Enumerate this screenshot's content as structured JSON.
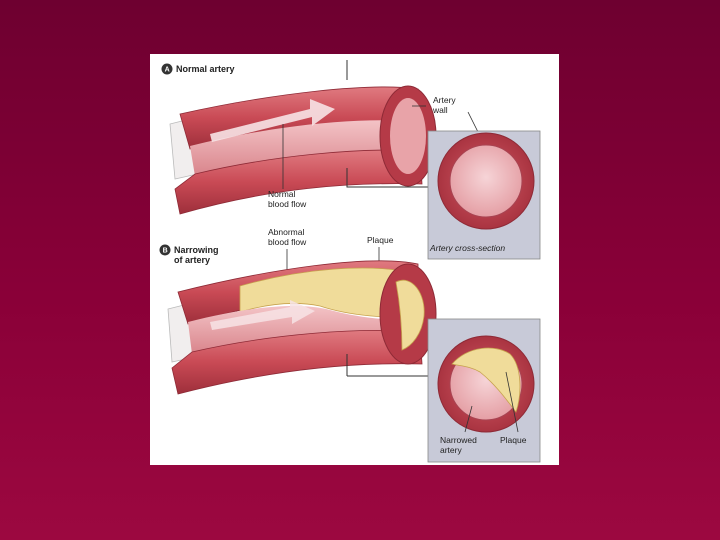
{
  "panel_a": {
    "badge": "A",
    "title": "Normal artery",
    "label_wall_line1": "Artery",
    "label_wall_line2": "wall",
    "label_flow_line1": "Normal",
    "label_flow_line2": "blood flow",
    "caption": "Artery cross-section"
  },
  "panel_b": {
    "badge": "B",
    "title_line1": "Narrowing",
    "title_line2": "of artery",
    "label_abnormal_line1": "Abnormal",
    "label_abnormal_line2": "blood flow",
    "label_plaque": "Plaque",
    "label_narrowed_line1": "Narrowed",
    "label_narrowed_line2": "artery",
    "label_plaque2": "Plaque"
  },
  "colors": {
    "background": "#7a0033",
    "artery_wall": "#c94a55",
    "artery_inner": "#e8a3a8",
    "plaque": "#f0dc9a",
    "cross_section_box": "#c8cad8"
  }
}
